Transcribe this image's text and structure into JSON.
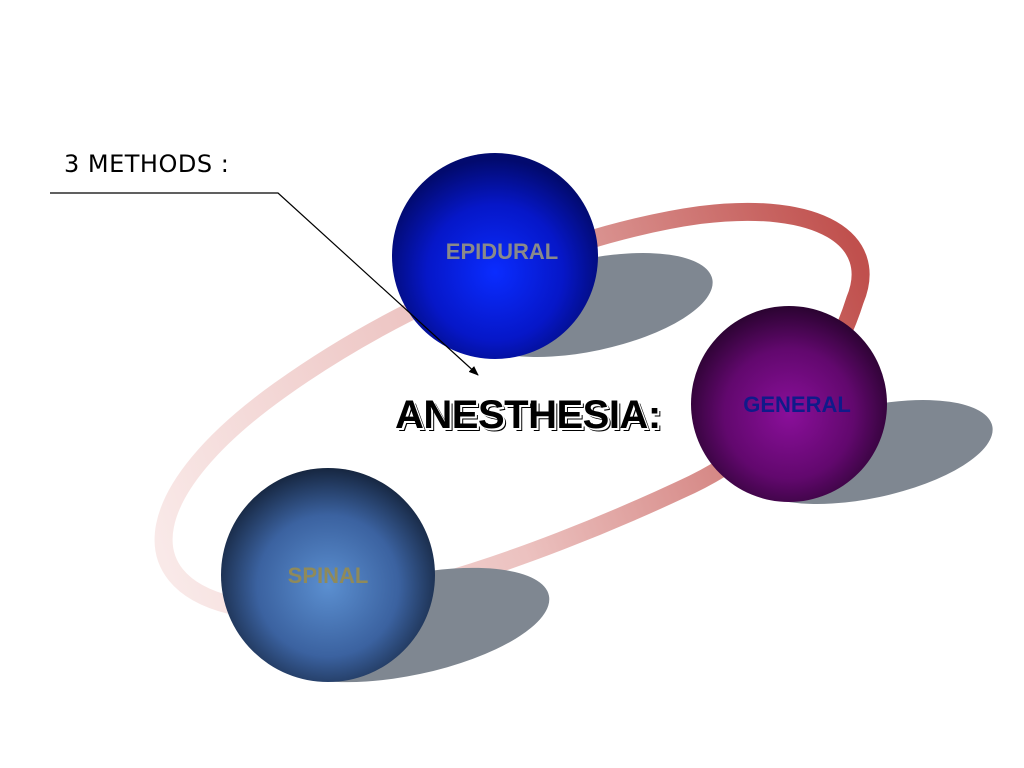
{
  "slide": {
    "callout_label": "3 METHODS :",
    "title": "ANESTHESIA:",
    "methods": [
      {
        "label": "EPIDURAL",
        "sphere_color": "#0018e0",
        "label_color": "#8a8a8a"
      },
      {
        "label": "GENERAL",
        "sphere_color": "#7a0a8a",
        "label_color": "#101a8a"
      },
      {
        "label": "SPINAL",
        "sphere_color": "#4a78b8",
        "label_color": "#8f8a5a"
      }
    ],
    "ring_color": "#c0504d",
    "shadow_color": "#7f8791"
  }
}
